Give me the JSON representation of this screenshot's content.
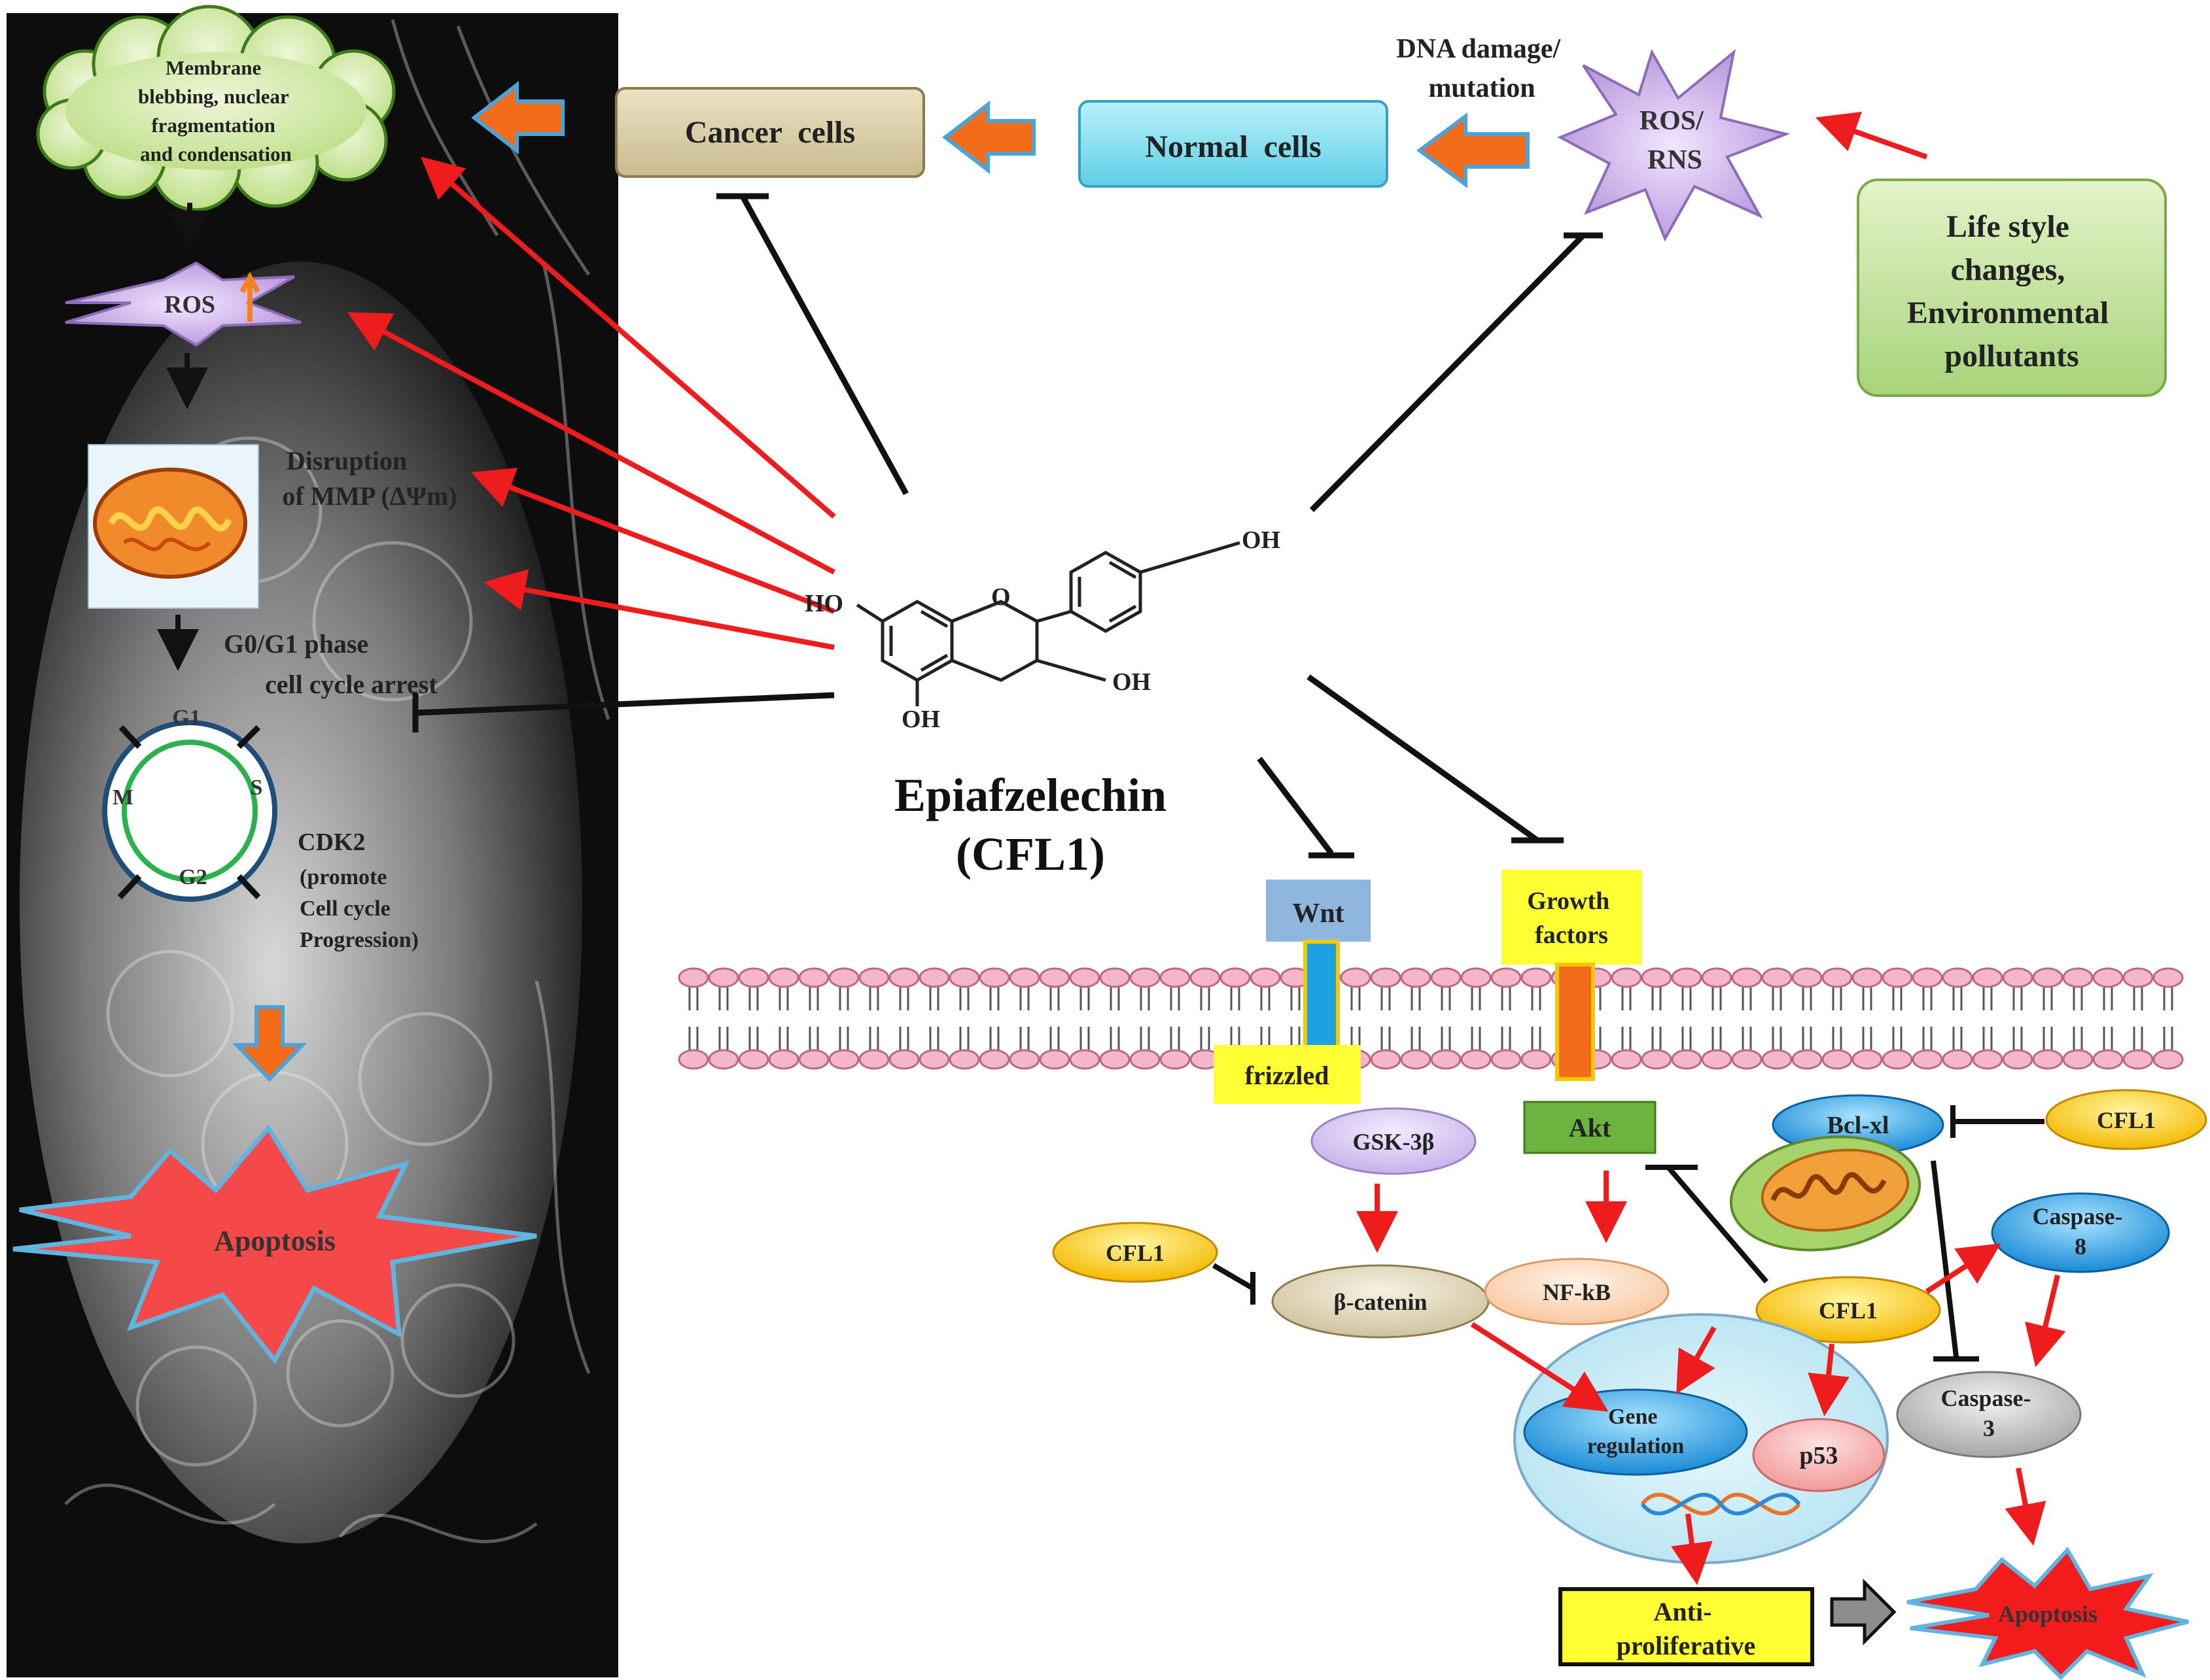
{
  "left_panel": {
    "membrane_text": [
      "Membrane",
      "blebbing, nuclear",
      "fragmentation",
      "and condensation"
    ],
    "ros_label": "ROS",
    "mmp_text": [
      "Disruption",
      "of MMP (ΔΨm)"
    ],
    "g0g1_text": [
      "G0/G1 phase",
      "cell cycle arrest"
    ],
    "cycle_phases": {
      "g1": "G1",
      "s": "S",
      "g2": "G2",
      "m": "M"
    },
    "cdk2_title": "CDK2",
    "cdk2_text": [
      "(promote",
      "Cell cycle",
      "Progression)"
    ],
    "apoptosis_label": "Apoptosis"
  },
  "top_row": {
    "cancer_cells": "Cancer  cells",
    "normal_cells": "Normal  cells",
    "dna_damage": [
      "DNA damage/",
      "mutation"
    ],
    "ros_rns": [
      "ROS/",
      "RNS"
    ],
    "lifestyle": [
      "Life style",
      "changes,",
      "Environmental",
      "pollutants"
    ]
  },
  "molecule": {
    "groups": {
      "oh_top": "OH",
      "ho_left": "HO",
      "oh_mid": "OH",
      "oh_bottom": "OH",
      "ring_o": "O"
    },
    "name": "Epiafzelechin",
    "abbrev": "(CFL1)"
  },
  "pathway": {
    "wnt": "Wnt",
    "growth_factors": [
      "Growth",
      "factors"
    ],
    "frizzled": "frizzled",
    "gsk3b": "GSK-3β",
    "akt": "Akt",
    "bclxl": "Bcl-xl",
    "cfl1": "CFL1",
    "caspase8": [
      "Caspase-",
      "8"
    ],
    "beta_catenin": "β-catenin",
    "nfkb": "NF-kB",
    "gene_regulation": [
      "Gene",
      "regulation"
    ],
    "p53": "p53",
    "caspase3": [
      "Caspase-",
      "3"
    ],
    "anti_proliferative": [
      "Anti-",
      "proliferative"
    ],
    "apoptosis": "Apoptosis"
  },
  "colors": {
    "red_arrow": "#ee1c1c",
    "orange_arrow": "#f26c1a",
    "arrow_outline": "#4aa4d8",
    "cfl1_fill": "#ffd21e",
    "yellow_label": "#ffff33",
    "membrane_pink": "#f4b6c8",
    "star_purple": "#c7a8e0",
    "apoptosis_red": "#f54848"
  }
}
